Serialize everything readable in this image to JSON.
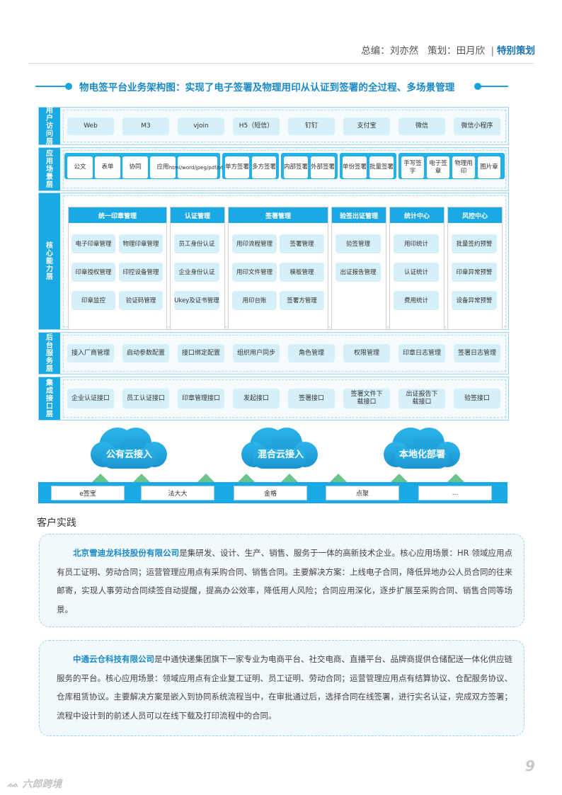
{
  "header": {
    "editor_label": "总编：",
    "editor": "刘亦然",
    "planner_label": "策划：",
    "planner": "田月欣",
    "separator": "|",
    "column": "特别策划"
  },
  "figure_title": "物电签平台业务架构图：实现了电子签署及物理用印从认证到签署的全过程、多场景管理",
  "layers": {
    "access": {
      "label": "用户访问层",
      "items": [
        "Web",
        "M3",
        "vjoin",
        "H5（短信）",
        "钉钉",
        "支付宝",
        "微信",
        "微信小程序"
      ]
    },
    "scene": {
      "label": "应用场景层",
      "groups": [
        [
          "公文",
          "表单",
          "协同",
          "应用",
          "html/word/jpeg/pdf/ofd"
        ],
        [
          "单方签署",
          "多方签署"
        ],
        [
          "内部签署",
          "外部签署"
        ],
        [
          "单份签署",
          "批量签署"
        ],
        [
          "手写签字",
          "电子签章",
          "物理用印",
          "图片章"
        ]
      ]
    },
    "core": {
      "label": "核心能力层",
      "cards": [
        {
          "title": "统一印章管理",
          "items": [
            "电子印章管理",
            "物理印章管理",
            "印章授权管理",
            "印控设备管理",
            "印章监控",
            "验证码管理"
          ]
        },
        {
          "title": "认证管理",
          "items": [
            "员工身份认证",
            "企业身份认证",
            "Ukey及证书管理"
          ]
        },
        {
          "title": "签署管理",
          "items": [
            "用印流程管理",
            "签署管理",
            "用印文件管理",
            "模板管理",
            "用印台账",
            "签署方管理"
          ]
        },
        {
          "title": "验签出证管理",
          "items": [
            "验签管理",
            "出证报告管理"
          ]
        },
        {
          "title": "统计中心",
          "items": [
            "用印统计",
            "认证统计",
            "费用统计"
          ]
        },
        {
          "title": "风控中心",
          "items": [
            "批量签约预警",
            "印章异常预警",
            "设备异常预警"
          ]
        }
      ]
    },
    "backend": {
      "label": "后台服务层",
      "items": [
        "接入厂商管理",
        "启动参数配置",
        "接口绑定配置",
        "组织用户同步",
        "角色管理",
        "权限管理",
        "印章日志管理",
        "签署日志管理"
      ]
    },
    "integration": {
      "label": "集成接口层",
      "items": [
        "企业认证接口",
        "员工认证接口",
        "印章管理接口",
        "发起接口",
        "签署接口",
        "签署文件下载接口",
        "出证报告下载接口",
        "验签接口"
      ]
    }
  },
  "clouds": [
    "公有云接入",
    "混合云接入",
    "本地化部署"
  ],
  "vendors": [
    "e签宝",
    "法大大",
    "金格",
    "点聚",
    "..."
  ],
  "section_title": "客户实践",
  "cases": [
    {
      "company": "北京雪迪龙科技股份有限公司",
      "text": "是集研发、设计、生产、销售、服务于一体的高新技术企业。核心应用场景：HR 领域应用点有员工证明、劳动合同；运营管理应用点有采购合同、销售合同。主要解决方案：上线电子合同，降低异地办公人员合同的往来邮寄，实现人事劳动合同续签自动提醒，提高办公效率，降低用人风险；合同应用深化，逐步扩展至采购合同、销售合同等场景。"
    },
    {
      "company": "中通云仓科技有限公司",
      "text": "是中通快递集团旗下一家专业为电商平台、社交电商、直播平台、品牌商提供仓储配送一体化供应链服务的平台。核心应用场景：领域应用点有企业复工证明、员工证明、劳动合同；运营管理应用点有结算协议、仓配服务协议、仓库租赁协议。主要解决方案是嵌入到协同系统流程当中，在审批通过后，选择合同在线签署，进行实名认证，完成双方签署；流程中设计到的前述人员可以在线下载及打印流程中的合同。"
    }
  ],
  "page_number": "9",
  "watermark": "六郎跨境"
}
